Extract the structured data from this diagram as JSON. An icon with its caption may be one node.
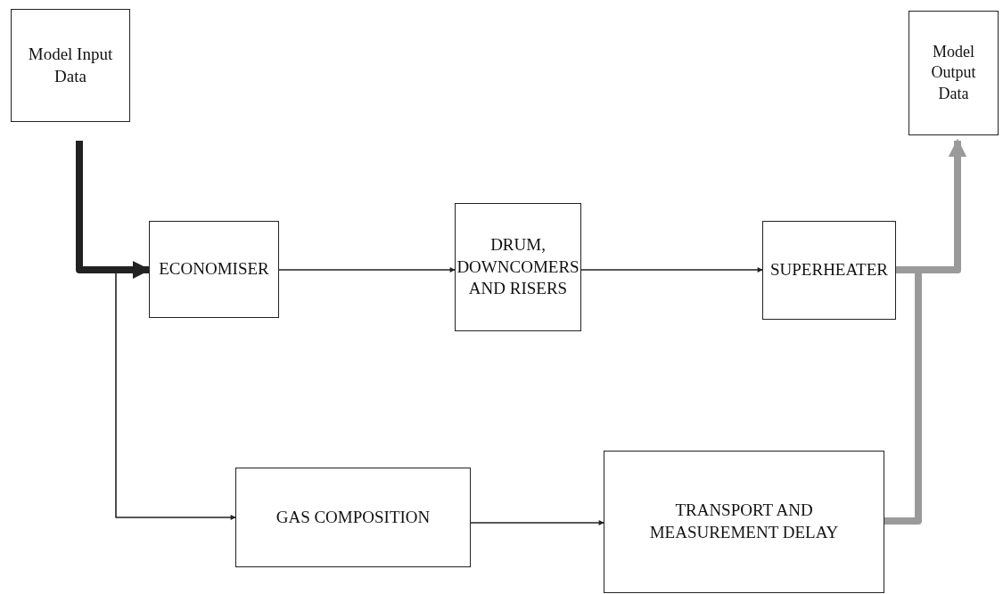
{
  "diagram": {
    "nodes": [
      {
        "text": [
          "Model Input Data"
        ]
      },
      {
        "text": [
          "Model Output Data"
        ]
      },
      {
        "text": [
          "ECONOMISER"
        ]
      },
      {
        "text": [
          "DRUM, DOWNCOMERS AND RISERS"
        ]
      },
      {
        "text": [
          "SUPERHEATER"
        ]
      },
      {
        "text": [
          "GAS COMPOSITION"
        ]
      },
      {
        "text": [
          "TRANSPORT AND MEASUREMENT DELAY"
        ]
      }
    ],
    "edges": [
      {
        "from": 0,
        "to": 2,
        "arrow": "to",
        "style": "thick"
      },
      {
        "from": 0,
        "to": 5,
        "arrow": "to"
      },
      {
        "from": 2,
        "to": 3,
        "arrow": "to"
      },
      {
        "from": 3,
        "to": 4,
        "arrow": "to"
      },
      {
        "from": 4,
        "to": 1,
        "arrow": "to",
        "style": "thick",
        "color": "#9a9a9a"
      },
      {
        "from": 5,
        "to": 6,
        "arrow": "to"
      },
      {
        "from": 6,
        "to": 1,
        "arrow": "to",
        "style": "thick",
        "color": "#9a9a9a"
      }
    ]
  }
}
